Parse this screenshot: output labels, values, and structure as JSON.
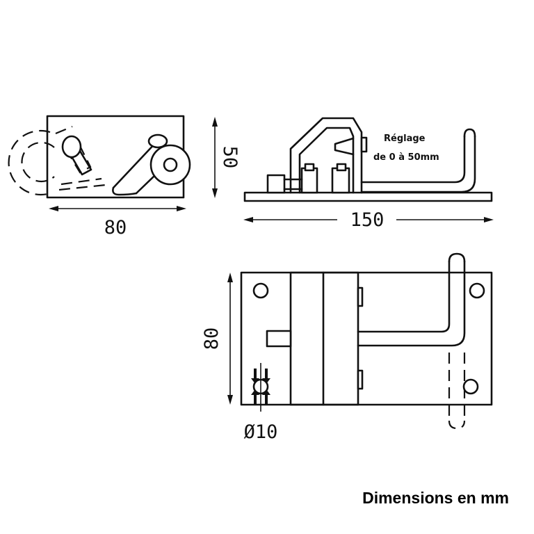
{
  "dimensions": {
    "side_width": "80",
    "side_height": "50",
    "front_length": "150",
    "top_height": "80",
    "hole_diameter": "Ø10"
  },
  "adjustment_note": {
    "line1": "Réglage",
    "line2": "de 0 à 50mm"
  },
  "caption": "Dimensions en mm"
}
